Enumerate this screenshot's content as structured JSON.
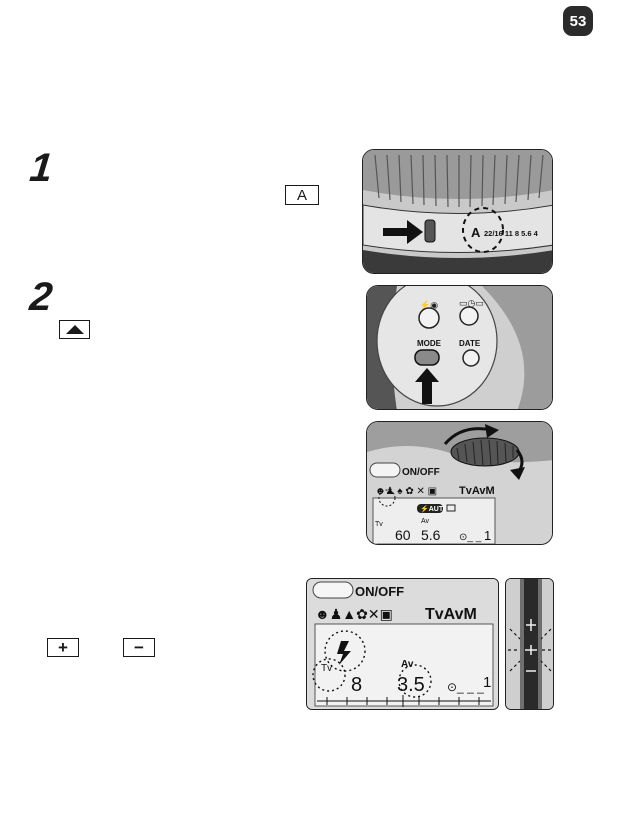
{
  "page_number": "53",
  "steps": [
    {
      "number": "1",
      "key_label": "A"
    },
    {
      "number": "2"
    }
  ],
  "keys": {
    "plus_label": "+",
    "minus_label": "−"
  },
  "lens": {
    "aperture_mark": "A",
    "scale": "22/16 11  8 5.6 4"
  },
  "buttons": {
    "mode_label": "MODE",
    "date_label": "DATE"
  },
  "lcd_small": {
    "on_off": "ON/OFF",
    "modes": "TvAvM",
    "flash_auto": "⚡AUTO",
    "tv_label": "Tv",
    "av_label": "Av",
    "shutter": "60",
    "aperture": "5.6",
    "frame": "1"
  },
  "lcd_large": {
    "on_off": "ON/OFF",
    "modes": "TvAvM",
    "tv_label": "Tv",
    "av_label": "Av",
    "shutter": "8",
    "aperture": "3.5",
    "frame": "1"
  }
}
